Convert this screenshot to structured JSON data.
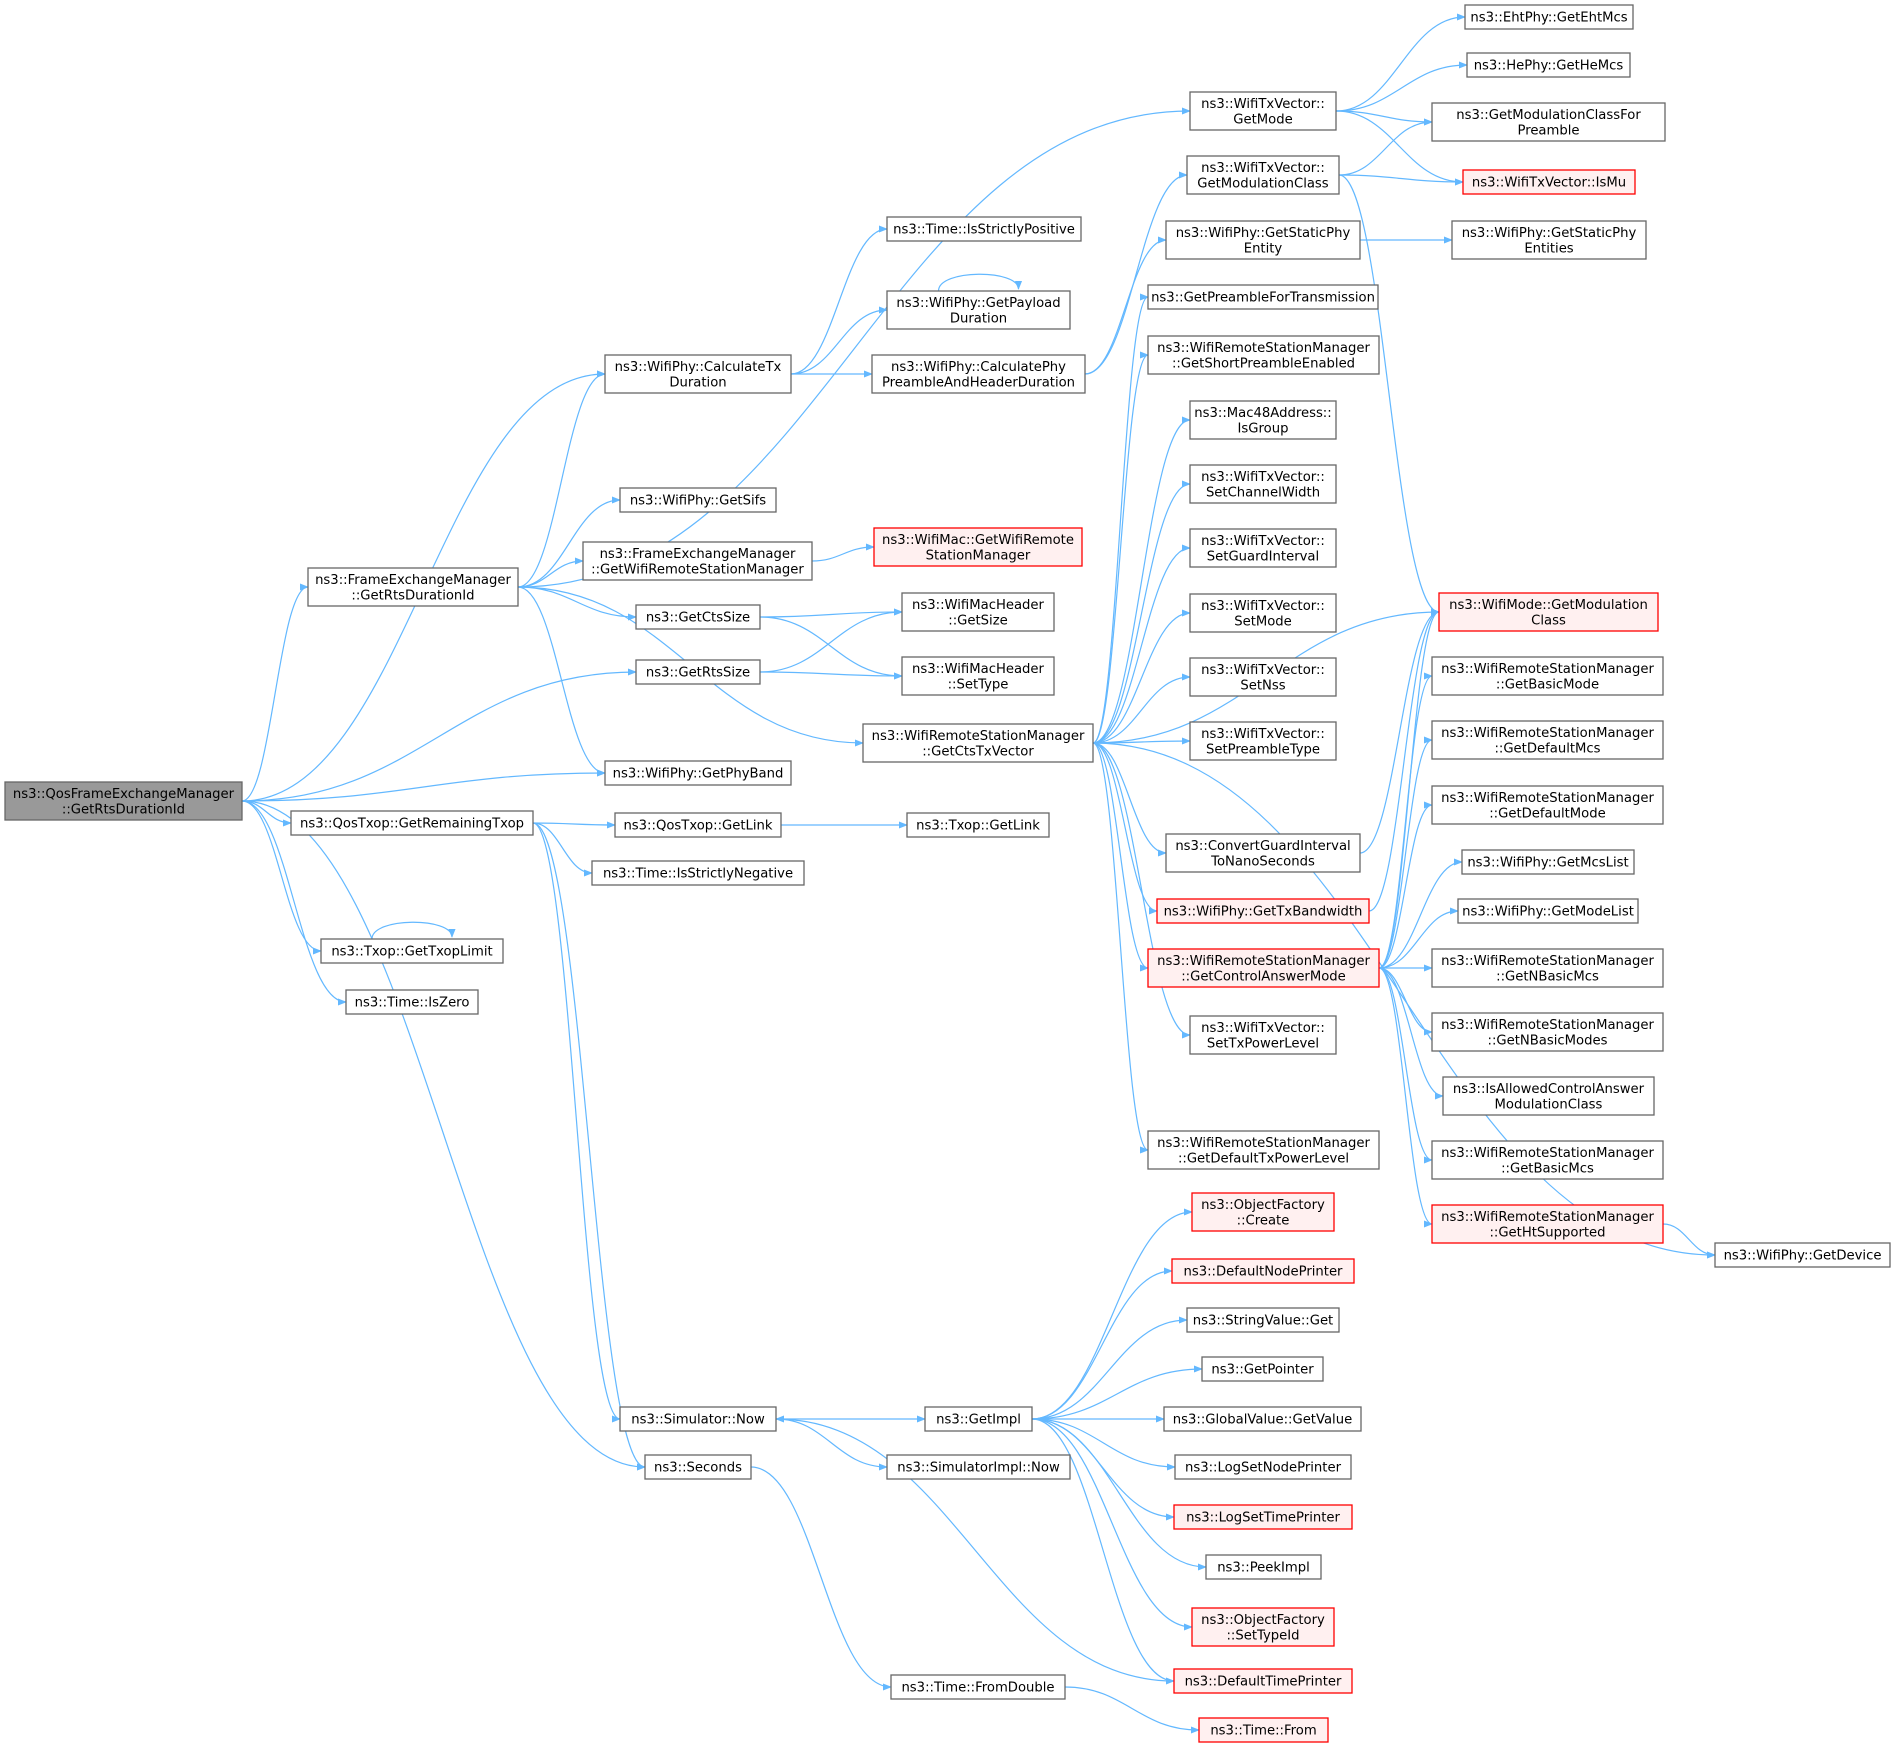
{
  "colors": {
    "edge": "#63b8ff",
    "node_border": "#666666",
    "node_fill": "#ffffff",
    "root_fill": "#999999",
    "truncated_border": "#ff0000",
    "truncated_fill": "#fff0f0",
    "text": "#000000"
  },
  "nodes": [
    {
      "id": "root",
      "lines": [
        "ns3::QosFrameExchangeManager",
        "::GetRtsDurationId"
      ],
      "style": "root"
    },
    {
      "id": "fem_getrts",
      "lines": [
        "ns3::FrameExchangeManager",
        "::GetRtsDurationId"
      ],
      "style": "normal"
    },
    {
      "id": "calctx",
      "lines": [
        "ns3::WifiPhy::CalculateTx",
        "Duration"
      ],
      "style": "normal"
    },
    {
      "id": "getsifs",
      "lines": [
        "ns3::WifiPhy::GetSifs"
      ],
      "style": "normal"
    },
    {
      "id": "getwrsm",
      "lines": [
        "ns3::FrameExchangeManager",
        "::GetWifiRemoteStationManager"
      ],
      "style": "normal"
    },
    {
      "id": "getctssize",
      "lines": [
        "ns3::GetCtsSize"
      ],
      "style": "normal"
    },
    {
      "id": "getrtssize",
      "lines": [
        "ns3::GetRtsSize"
      ],
      "style": "normal"
    },
    {
      "id": "getphyband",
      "lines": [
        "ns3::WifiPhy::GetPhyBand"
      ],
      "style": "normal"
    },
    {
      "id": "getremtxop",
      "lines": [
        "ns3::QosTxop::GetRemainingTxop"
      ],
      "style": "normal"
    },
    {
      "id": "gettxoplimit",
      "lines": [
        "ns3::Txop::GetTxopLimit"
      ],
      "style": "normal"
    },
    {
      "id": "iszero",
      "lines": [
        "ns3::Time::IsZero"
      ],
      "style": "normal"
    },
    {
      "id": "isstrictpos",
      "lines": [
        "ns3::Time::IsStrictlyPositive"
      ],
      "style": "normal"
    },
    {
      "id": "getpayload",
      "lines": [
        "ns3::WifiPhy::GetPayload",
        "Duration"
      ],
      "style": "normal"
    },
    {
      "id": "calcphypre",
      "lines": [
        "ns3::WifiPhy::CalculatePhy",
        "PreambleAndHeaderDuration"
      ],
      "style": "normal"
    },
    {
      "id": "macgetwrsm",
      "lines": [
        "ns3::WifiMac::GetWifiRemote",
        "StationManager"
      ],
      "style": "truncated"
    },
    {
      "id": "hdrgetsize",
      "lines": [
        "ns3::WifiMacHeader",
        "::GetSize"
      ],
      "style": "normal"
    },
    {
      "id": "hdrsettype",
      "lines": [
        "ns3::WifiMacHeader",
        "::SetType"
      ],
      "style": "normal"
    },
    {
      "id": "getctstxvec",
      "lines": [
        "ns3::WifiRemoteStationManager",
        "::GetCtsTxVector"
      ],
      "style": "normal"
    },
    {
      "id": "qosgetlink",
      "lines": [
        "ns3::QosTxop::GetLink"
      ],
      "style": "normal"
    },
    {
      "id": "txopgetlink",
      "lines": [
        "ns3::Txop::GetLink"
      ],
      "style": "normal"
    },
    {
      "id": "isstrictneg",
      "lines": [
        "ns3::Time::IsStrictlyNegative"
      ],
      "style": "normal"
    },
    {
      "id": "simnow",
      "lines": [
        "ns3::Simulator::Now"
      ],
      "style": "normal"
    },
    {
      "id": "seconds",
      "lines": [
        "ns3::Seconds"
      ],
      "style": "normal"
    },
    {
      "id": "getimpl",
      "lines": [
        "ns3::GetImpl"
      ],
      "style": "normal"
    },
    {
      "id": "simimplnow",
      "lines": [
        "ns3::SimulatorImpl::Now"
      ],
      "style": "normal"
    },
    {
      "id": "fromdouble",
      "lines": [
        "ns3::Time::FromDouble"
      ],
      "style": "normal"
    },
    {
      "id": "timefrom",
      "lines": [
        "ns3::Time::From"
      ],
      "style": "truncated"
    },
    {
      "id": "txvgetmode",
      "lines": [
        "ns3::WifiTxVector::",
        "GetMode"
      ],
      "style": "normal"
    },
    {
      "id": "txvgetmodclass",
      "lines": [
        "ns3::WifiTxVector::",
        "GetModulationClass"
      ],
      "style": "normal"
    },
    {
      "id": "getstaticent",
      "lines": [
        "ns3::WifiPhy::GetStaticPhy",
        "Entity"
      ],
      "style": "normal"
    },
    {
      "id": "getpreamblefortx",
      "lines": [
        "ns3::GetPreambleForTransmission"
      ],
      "style": "normal"
    },
    {
      "id": "getshortpre",
      "lines": [
        "ns3::WifiRemoteStationManager",
        "::GetShortPreambleEnabled"
      ],
      "style": "normal"
    },
    {
      "id": "isgroup",
      "lines": [
        "ns3::Mac48Address::",
        "IsGroup"
      ],
      "style": "normal"
    },
    {
      "id": "setchwidth",
      "lines": [
        "ns3::WifiTxVector::",
        "SetChannelWidth"
      ],
      "style": "normal"
    },
    {
      "id": "setgi",
      "lines": [
        "ns3::WifiTxVector::",
        "SetGuardInterval"
      ],
      "style": "normal"
    },
    {
      "id": "setmode",
      "lines": [
        "ns3::WifiTxVector::",
        "SetMode"
      ],
      "style": "normal"
    },
    {
      "id": "setnss",
      "lines": [
        "ns3::WifiTxVector::",
        "SetNss"
      ],
      "style": "normal"
    },
    {
      "id": "setpretype",
      "lines": [
        "ns3::WifiTxVector::",
        "SetPreambleType"
      ],
      "style": "normal"
    },
    {
      "id": "convgi",
      "lines": [
        "ns3::ConvertGuardInterval",
        "ToNanoSeconds"
      ],
      "style": "normal"
    },
    {
      "id": "gettxbw",
      "lines": [
        "ns3::WifiPhy::GetTxBandwidth"
      ],
      "style": "truncated"
    },
    {
      "id": "getctrlans",
      "lines": [
        "ns3::WifiRemoteStationManager",
        "::GetControlAnswerMode"
      ],
      "style": "truncated"
    },
    {
      "id": "settxpower",
      "lines": [
        "ns3::WifiTxVector::",
        "SetTxPowerLevel"
      ],
      "style": "normal"
    },
    {
      "id": "getdeftxpow",
      "lines": [
        "ns3::WifiRemoteStationManager",
        "::GetDefaultTxPowerLevel"
      ],
      "style": "normal"
    },
    {
      "id": "ehtmcs",
      "lines": [
        "ns3::EhtPhy::GetEhtMcs"
      ],
      "style": "normal"
    },
    {
      "id": "hemcs",
      "lines": [
        "ns3::HePhy::GetHeMcs"
      ],
      "style": "normal"
    },
    {
      "id": "getmodclassfor",
      "lines": [
        "ns3::GetModulationClassFor",
        "Preamble"
      ],
      "style": "normal"
    },
    {
      "id": "txvismu",
      "lines": [
        "ns3::WifiTxVector::IsMu"
      ],
      "style": "truncated"
    },
    {
      "id": "getstaticents",
      "lines": [
        "ns3::WifiPhy::GetStaticPhy",
        "Entities"
      ],
      "style": "normal"
    },
    {
      "id": "modegetmodclass",
      "lines": [
        "ns3::WifiMode::GetModulation",
        "Class"
      ],
      "style": "truncated"
    },
    {
      "id": "getbasicmode",
      "lines": [
        "ns3::WifiRemoteStationManager",
        "::GetBasicMode"
      ],
      "style": "normal"
    },
    {
      "id": "getdefmcs",
      "lines": [
        "ns3::WifiRemoteStationManager",
        "::GetDefaultMcs"
      ],
      "style": "normal"
    },
    {
      "id": "getdefmode",
      "lines": [
        "ns3::WifiRemoteStationManager",
        "::GetDefaultMode"
      ],
      "style": "normal"
    },
    {
      "id": "getmcslist",
      "lines": [
        "ns3::WifiPhy::GetMcsList"
      ],
      "style": "normal"
    },
    {
      "id": "getmodelist",
      "lines": [
        "ns3::WifiPhy::GetModeList"
      ],
      "style": "normal"
    },
    {
      "id": "getnbasicmcs",
      "lines": [
        "ns3::WifiRemoteStationManager",
        "::GetNBasicMcs"
      ],
      "style": "normal"
    },
    {
      "id": "getnbasicmodes",
      "lines": [
        "ns3::WifiRemoteStationManager",
        "::GetNBasicModes"
      ],
      "style": "normal"
    },
    {
      "id": "isallowed",
      "lines": [
        "ns3::IsAllowedControlAnswer",
        "ModulationClass"
      ],
      "style": "normal"
    },
    {
      "id": "getbasicmcs",
      "lines": [
        "ns3::WifiRemoteStationManager",
        "::GetBasicMcs"
      ],
      "style": "normal"
    },
    {
      "id": "gethtsupp",
      "lines": [
        "ns3::WifiRemoteStationManager",
        "::GetHtSupported"
      ],
      "style": "truncated"
    },
    {
      "id": "getdevice",
      "lines": [
        "ns3::WifiPhy::GetDevice"
      ],
      "style": "normal"
    },
    {
      "id": "ofcreate",
      "lines": [
        "ns3::ObjectFactory",
        "::Create"
      ],
      "style": "truncated"
    },
    {
      "id": "defnodeprinter",
      "lines": [
        "ns3::DefaultNodePrinter"
      ],
      "style": "truncated"
    },
    {
      "id": "stringget",
      "lines": [
        "ns3::StringValue::Get"
      ],
      "style": "normal"
    },
    {
      "id": "getpointer",
      "lines": [
        "ns3::GetPointer"
      ],
      "style": "normal"
    },
    {
      "id": "gvgetvalue",
      "lines": [
        "ns3::GlobalValue::GetValue"
      ],
      "style": "normal"
    },
    {
      "id": "logsetnode",
      "lines": [
        "ns3::LogSetNodePrinter"
      ],
      "style": "normal"
    },
    {
      "id": "logsettime",
      "lines": [
        "ns3::LogSetTimePrinter"
      ],
      "style": "truncated"
    },
    {
      "id": "peekimpl",
      "lines": [
        "ns3::PeekImpl"
      ],
      "style": "normal"
    },
    {
      "id": "ofsettypeid",
      "lines": [
        "ns3::ObjectFactory",
        "::SetTypeId"
      ],
      "style": "truncated"
    },
    {
      "id": "deftimeprinter",
      "lines": [
        "ns3::DefaultTimePrinter"
      ],
      "style": "truncated"
    }
  ],
  "edges": [
    [
      "root",
      "fem_getrts"
    ],
    [
      "root",
      "calctx"
    ],
    [
      "root",
      "getrtssize"
    ],
    [
      "root",
      "getphyband"
    ],
    [
      "root",
      "getremtxop"
    ],
    [
      "root",
      "gettxoplimit"
    ],
    [
      "root",
      "iszero"
    ],
    [
      "root",
      "seconds"
    ],
    [
      "fem_getrts",
      "txvgetmode"
    ],
    [
      "fem_getrts",
      "calctx"
    ],
    [
      "fem_getrts",
      "getsifs"
    ],
    [
      "fem_getrts",
      "getwrsm"
    ],
    [
      "fem_getrts",
      "getctssize"
    ],
    [
      "fem_getrts",
      "getphyband"
    ],
    [
      "fem_getrts",
      "getctstxvec"
    ],
    [
      "calctx",
      "isstrictpos"
    ],
    [
      "calctx",
      "getpayload"
    ],
    [
      "calctx",
      "calcphypre"
    ],
    [
      "getpayload",
      "getpayload"
    ],
    [
      "calcphypre",
      "txvgetmodclass"
    ],
    [
      "calcphypre",
      "getstaticent"
    ],
    [
      "getwrsm",
      "macgetwrsm"
    ],
    [
      "getctssize",
      "hdrgetsize"
    ],
    [
      "getctssize",
      "hdrsettype"
    ],
    [
      "getrtssize",
      "hdrgetsize"
    ],
    [
      "getrtssize",
      "hdrsettype"
    ],
    [
      "getremtxop",
      "qosgetlink"
    ],
    [
      "getremtxop",
      "isstrictneg"
    ],
    [
      "getremtxop",
      "simnow"
    ],
    [
      "getremtxop",
      "seconds"
    ],
    [
      "qosgetlink",
      "txopgetlink"
    ],
    [
      "gettxoplimit",
      "gettxoplimit"
    ],
    [
      "simnow",
      "getimpl"
    ],
    [
      "simnow",
      "simimplnow"
    ],
    [
      "seconds",
      "fromdouble"
    ],
    [
      "fromdouble",
      "timefrom"
    ],
    [
      "getimpl",
      "ofcreate"
    ],
    [
      "getimpl",
      "defnodeprinter"
    ],
    [
      "getimpl",
      "stringget"
    ],
    [
      "getimpl",
      "getpointer"
    ],
    [
      "getimpl",
      "gvgetvalue"
    ],
    [
      "getimpl",
      "logsetnode"
    ],
    [
      "getimpl",
      "logsettime"
    ],
    [
      "getimpl",
      "peekimpl"
    ],
    [
      "getimpl",
      "ofsettypeid"
    ],
    [
      "getimpl",
      "deftimeprinter"
    ],
    [
      "deftimeprinter",
      "simnow"
    ],
    [
      "txvgetmode",
      "ehtmcs"
    ],
    [
      "txvgetmode",
      "hemcs"
    ],
    [
      "txvgetmode",
      "getmodclassfor"
    ],
    [
      "txvgetmode",
      "txvismu"
    ],
    [
      "txvgetmodclass",
      "getmodclassfor"
    ],
    [
      "txvgetmodclass",
      "txvismu"
    ],
    [
      "txvgetmodclass",
      "modegetmodclass"
    ],
    [
      "getstaticent",
      "getstaticents"
    ],
    [
      "getctstxvec",
      "getpreamblefortx"
    ],
    [
      "getctstxvec",
      "getshortpre"
    ],
    [
      "getctstxvec",
      "isgroup"
    ],
    [
      "getctstxvec",
      "setchwidth"
    ],
    [
      "getctstxvec",
      "setgi"
    ],
    [
      "getctstxvec",
      "setmode"
    ],
    [
      "getctstxvec",
      "setnss"
    ],
    [
      "getctstxvec",
      "setpretype"
    ],
    [
      "getctstxvec",
      "modegetmodclass"
    ],
    [
      "getctstxvec",
      "convgi"
    ],
    [
      "getctstxvec",
      "gettxbw"
    ],
    [
      "getctstxvec",
      "getctrlans"
    ],
    [
      "getctstxvec",
      "settxpower"
    ],
    [
      "getctstxvec",
      "getdeftxpow"
    ],
    [
      "getctstxvec",
      "getdevice"
    ],
    [
      "convgi",
      "modegetmodclass"
    ],
    [
      "gettxbw",
      "modegetmodclass"
    ],
    [
      "getctrlans",
      "modegetmodclass"
    ],
    [
      "getctrlans",
      "getbasicmode"
    ],
    [
      "getctrlans",
      "getdefmcs"
    ],
    [
      "getctrlans",
      "getdefmode"
    ],
    [
      "getctrlans",
      "getmcslist"
    ],
    [
      "getctrlans",
      "getmodelist"
    ],
    [
      "getctrlans",
      "getnbasicmcs"
    ],
    [
      "getctrlans",
      "getnbasicmodes"
    ],
    [
      "getctrlans",
      "isallowed"
    ],
    [
      "getctrlans",
      "getbasicmcs"
    ],
    [
      "getctrlans",
      "gethtsupp"
    ],
    [
      "gethtsupp",
      "getdevice"
    ]
  ]
}
